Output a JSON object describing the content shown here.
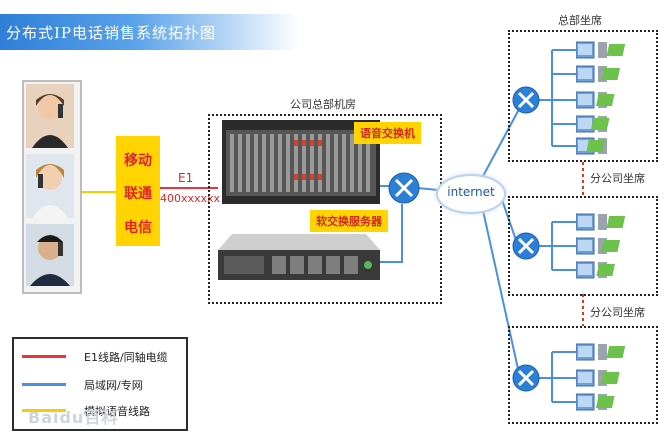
{
  "title": "分布式IP电话销售系统拓扑图",
  "carriers": [
    "移动",
    "联通",
    "电信"
  ],
  "e1": {
    "label": "E1",
    "number": "400xxxxxx"
  },
  "hq_room": {
    "label": "公司总部机房",
    "voice_switch": "语音交换机",
    "softswitch_server": "软交换服务器"
  },
  "internet": "internet",
  "seats": {
    "hq": "总部坐席",
    "branch1": "分公司坐席",
    "branch2": "分公司坐席"
  },
  "legend": [
    {
      "label": "E1线路/同轴电缆",
      "color": "#e8353b"
    },
    {
      "label": "局域网/专网",
      "color": "#4a8fe0"
    },
    {
      "label": "模拟语音线路",
      "color": "#f0d000"
    }
  ],
  "watermark": "Baidu百科",
  "colors": {
    "blue_line": "#4a8fe0",
    "red_line": "#e8353b",
    "yellow_line": "#f0d000",
    "router": "#2c7fd6"
  }
}
